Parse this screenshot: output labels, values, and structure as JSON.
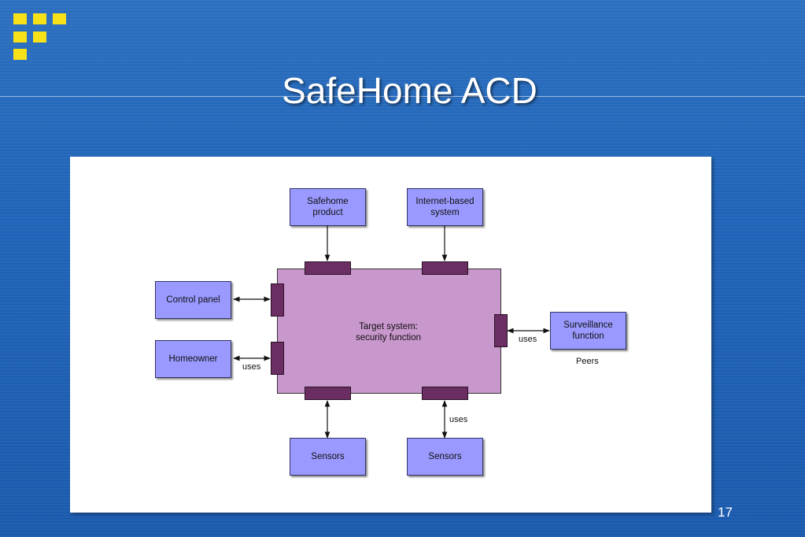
{
  "slide": {
    "title": "SafeHome ACD",
    "page_number": "17"
  },
  "diagram": {
    "target": "Target system:\nsecurity function",
    "superordinate": [
      "Safehome\nproduct",
      "Internet-based\nsystem"
    ],
    "actors": [
      "Control panel",
      "Homeowner"
    ],
    "peer": "Surveillance\nfunction",
    "peers_label": "Peers",
    "subordinate": [
      "Sensors",
      "Sensors"
    ],
    "uses_label": "uses"
  },
  "colors": {
    "background": "#1f63b8",
    "logo": "#f7e21a",
    "box_fill": "#9999ff",
    "target_fill": "#c897cc",
    "port_fill": "#6a2e62"
  }
}
